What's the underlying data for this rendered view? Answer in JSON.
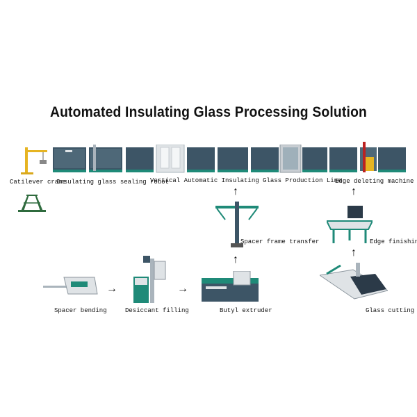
{
  "title": "Automated Insulating Glass Processing Solution",
  "labels": {
    "cantilever_crane": "Catilever crane",
    "sealing_robot": "Insulating glass sealing robot",
    "production_line": "Vertical Automatic Insulating Glass Production Line",
    "edge_deleting": "Edge deleting machine",
    "spacer_transfer": "Spacer frame transfer",
    "edge_finishing": "Edge finishing",
    "spacer_bending": "Spacer bending",
    "desiccant_filling": "Desiccant filling",
    "butyl_extruder": "Butyl extruder",
    "glass_cutting": "Glass cutting"
  },
  "arrows": {
    "right": "→",
    "up": "↑"
  },
  "colors": {
    "machine_teal": "#1f8a78",
    "machine_dark": "#2b3a48",
    "glass_panel": "#3d5566",
    "frame_gray": "#c9ced3",
    "crane_yellow": "#e6b422"
  }
}
